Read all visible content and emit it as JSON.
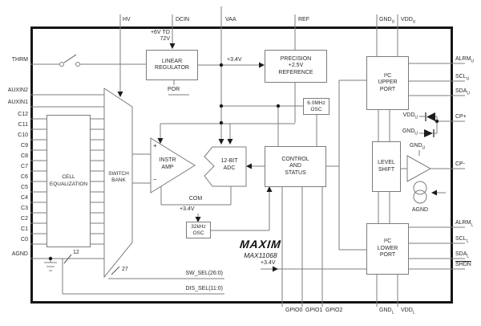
{
  "logo": {
    "brand": "MAXIM",
    "part": "MAX11068"
  },
  "pins": {
    "top": {
      "hv": "HV",
      "dcin": "DCIN",
      "vaa": "VAA",
      "ref": "REF",
      "gnd_u": {
        "base": "GND",
        "sub": "U"
      },
      "vdd_u": {
        "base": "VDD",
        "sub": "U"
      }
    },
    "bottom": {
      "gpio0": "GPIO0",
      "gpio1": "GPIO1",
      "gpio2": "GPIO2",
      "gnd_l": {
        "base": "GND",
        "sub": "L"
      },
      "vdd_l": {
        "base": "VDD",
        "sub": "L"
      }
    },
    "left": {
      "thrm": "THRM",
      "auxin2": "AUXIN2",
      "auxin1": "AUXIN1",
      "cells": [
        "C12",
        "C11",
        "C10",
        "C9",
        "C8",
        "C7",
        "C6",
        "C5",
        "C4",
        "C3",
        "C2",
        "C1",
        "C0"
      ],
      "agnd": "AGND"
    },
    "right": {
      "alrm_u": {
        "base": "ALRM",
        "sub": "U"
      },
      "scl_u": {
        "base": "SCL",
        "sub": "U"
      },
      "sda_u": {
        "base": "SDA",
        "sub": "U"
      },
      "cp_plus": "CP+",
      "cp_minus": "CP-",
      "alrm_l": {
        "base": "ALRM",
        "sub": "L"
      },
      "scl_l": {
        "base": "SCL",
        "sub": "L"
      },
      "sda_l": {
        "base": "SDA",
        "sub": "L"
      },
      "shdn": "SHDN"
    }
  },
  "blocks": {
    "linear_regulator": "LINEAR\nREGULATOR",
    "precision_reference": "PRECISION\n+2.5V\nREFERENCE",
    "osc_6mhz": "6.0MHz\nOSC",
    "cell_equalization": "CELL\nEQUALIZATION",
    "switch_bank": "SWITCH\nBANK",
    "instr_amp": "INSTR\nAMP",
    "adc": "12-BIT\nADC",
    "control_status": "CONTROL\nAND\nSTATUS",
    "osc_32khz": "32kHz\nOSC",
    "upper_port": "I²C\nUPPER\nPORT",
    "level_shift": "LEVEL\nSHIFT",
    "lower_port": "I²C\nLOWER\nPORT"
  },
  "notes": {
    "dcin_range": "+6V TO\n72V",
    "por": "POR",
    "reg_out": "+3.4V",
    "osc32_supply": "+3.4V",
    "lower_supply": "+3.4V",
    "com": "COM",
    "sw_sel": "SW_SEL(26:0)",
    "dis_sel": "DIS_SEL(11:0)",
    "bus12": "12",
    "bus27": "27",
    "plus": "+",
    "minus": "−",
    "agnd_cs": "AGND",
    "vdd_u_clamp": {
      "base": "VDD",
      "sub": "U"
    },
    "gnd_u_clamp": {
      "base": "GND",
      "sub": "U"
    },
    "gnd_u_buf": {
      "base": "GND",
      "sub": "U"
    }
  }
}
